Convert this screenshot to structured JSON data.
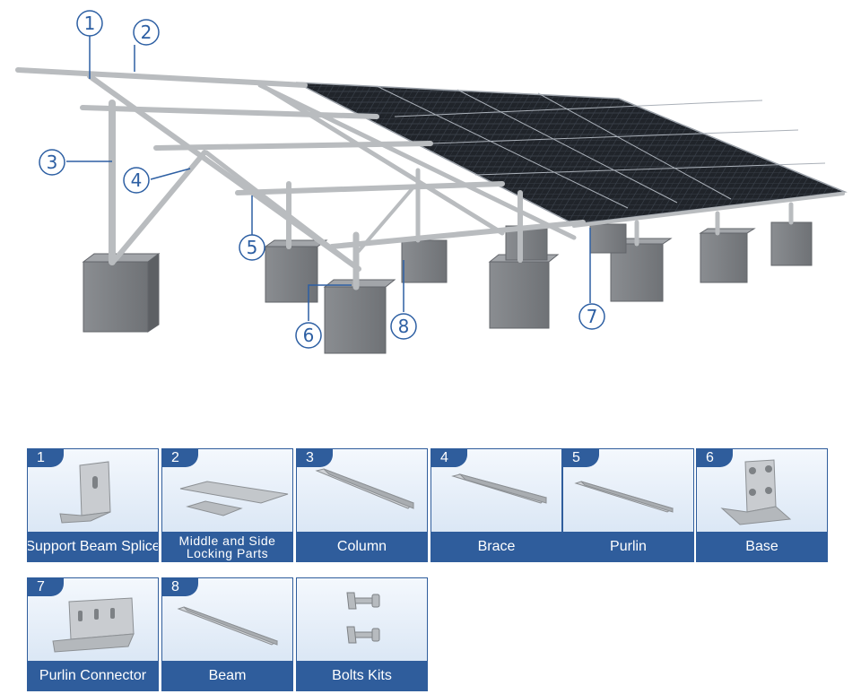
{
  "callouts": [
    "1",
    "2",
    "3",
    "4",
    "5",
    "6",
    "7",
    "8"
  ],
  "parts": [
    {
      "num": "1",
      "label": "Support Beam Splice",
      "icon": "beam-splice-icon"
    },
    {
      "num": "2",
      "label": "Middle and Side Locking Parts",
      "icon": "locking-parts-icon"
    },
    {
      "num": "3",
      "label": "Column",
      "icon": "column-icon"
    },
    {
      "num": "4",
      "label": "Brace",
      "icon": "brace-icon"
    },
    {
      "num": "5",
      "label": "Purlin",
      "icon": "purlin-icon"
    },
    {
      "num": "6",
      "label": "Base",
      "icon": "base-icon"
    },
    {
      "num": "7",
      "label": "Purlin Connector",
      "icon": "purlin-connector-icon"
    },
    {
      "num": "8",
      "label": "Beam",
      "icon": "beam-icon"
    },
    {
      "num": "",
      "label": "Bolts Kits",
      "icon": "bolts-icon"
    }
  ],
  "colors": {
    "accent": "#2f5d9c",
    "callout": "#2d5fa3",
    "panel": "#1c1f24",
    "steel": "#c6c9cc",
    "concrete": "#7b7e82"
  }
}
